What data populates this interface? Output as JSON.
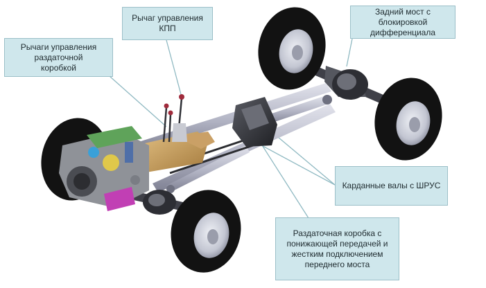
{
  "labels": {
    "kpp_lever": "Рычаг управления\nКПП",
    "transfer_levers": "Рычаги управления\nраздаточной\nкоробкой",
    "rear_axle": "Задний мост с\nблокировкой\nдифференциала",
    "driveshafts": "Карданные валы с ШРУС",
    "transfer_case": "Раздаточная коробка с\nпонижающей передачей и\nжестким подключением\nпереднего моста"
  },
  "colors": {
    "callout_fill": "#cfe7ec",
    "tire": "#111111",
    "rim": "#c9ccd6",
    "frame": "#b9bccb",
    "gearbox": "#c9a063",
    "engine": "#8a8d93",
    "accent_magenta": "#c13fb4"
  }
}
